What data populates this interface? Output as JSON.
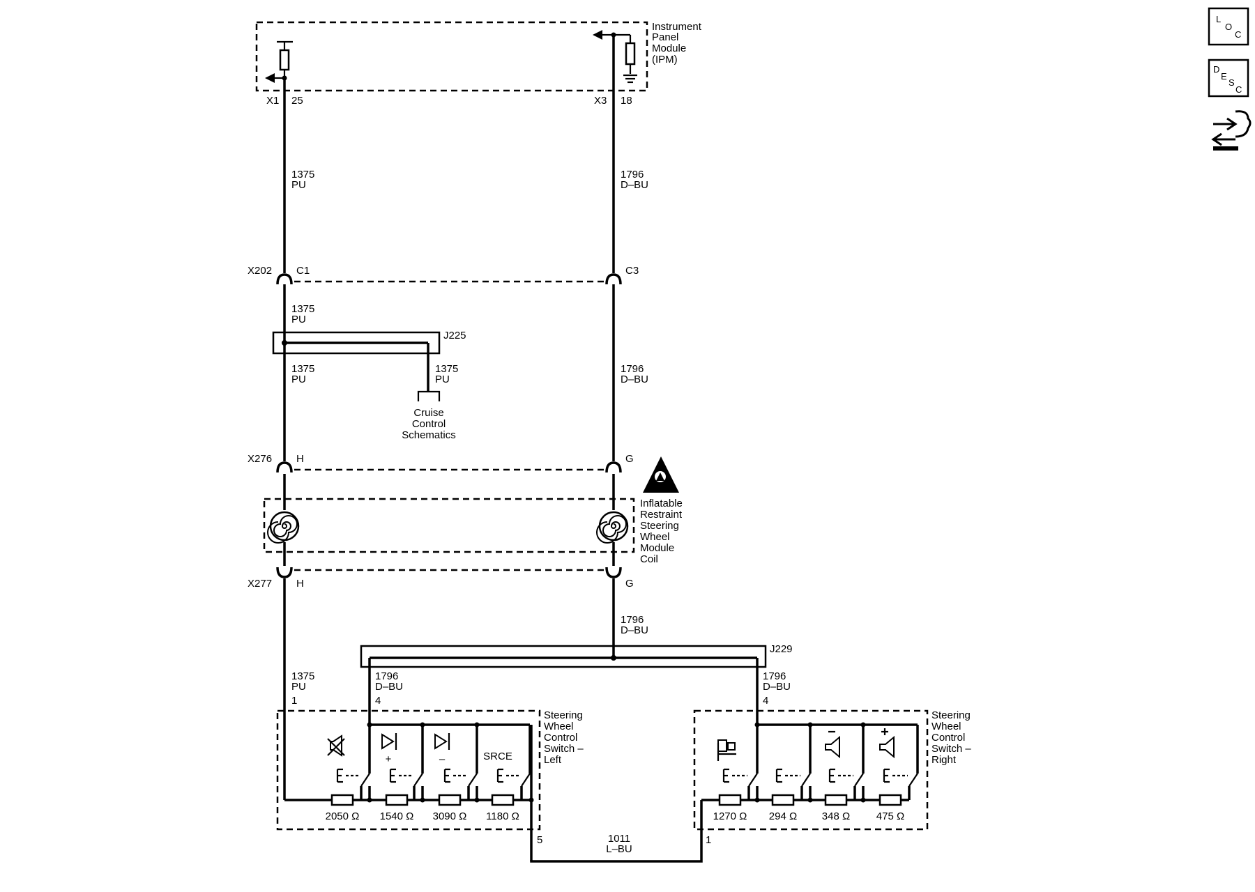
{
  "components": {
    "ipm": [
      "Instrument",
      "Panel",
      "Module",
      "(IPM)"
    ],
    "coil": [
      "Inflatable",
      "Restraint",
      "Steering",
      "Wheel",
      "Module",
      "Coil"
    ],
    "swc_left": [
      "Steering",
      "Wheel",
      "Control",
      "Switch –",
      "Left"
    ],
    "swc_right": [
      "Steering",
      "Wheel",
      "Control",
      "Switch –",
      "Right"
    ],
    "cruise": [
      "Cruise",
      "Control",
      "Schematics"
    ]
  },
  "connectors": {
    "x1": "X1",
    "x1_pin": "25",
    "x3": "X3",
    "x3_pin": "18",
    "x202": "X202",
    "c1": "C1",
    "c3": "C3",
    "x276": "X276",
    "x276_h": "H",
    "x276_g": "G",
    "x277": "X277",
    "x277_h": "H",
    "x277_g": "G",
    "swl_pin1": "1",
    "swl_pin4": "4",
    "swl_pin5": "5",
    "swr_pin4": "4",
    "swr_pin1": "1"
  },
  "splices": {
    "j225": "J225",
    "j229": "J229"
  },
  "wires": {
    "pu_circuit": "1375",
    "pu_color": "PU",
    "dbu_circuit": "1796",
    "dbu_color": "D–BU",
    "lbu_circuit": "1011",
    "lbu_color": "L–BU"
  },
  "switch_labels": {
    "plus": "+",
    "minus": "–",
    "srce": "SRCE"
  },
  "resistors_left": [
    "2050 Ω",
    "1540 Ω",
    "3090 Ω",
    "1180 Ω"
  ],
  "resistors_right": [
    "1270 Ω",
    "294 Ω",
    "348 Ω",
    "475 Ω"
  ],
  "nav": {
    "loc": [
      "L",
      "O",
      "C"
    ],
    "desc": [
      "D",
      "E",
      "S",
      "C"
    ]
  },
  "icons": [
    "loc-icon",
    "desc-icon",
    "connector-end-view-icon",
    "airbag-warning-icon",
    "clockspring-icon",
    "mute-icon",
    "seek-up-icon",
    "seek-down-icon",
    "volume-down-icon",
    "volume-up-icon",
    "phone-icon",
    "ground-icon"
  ]
}
